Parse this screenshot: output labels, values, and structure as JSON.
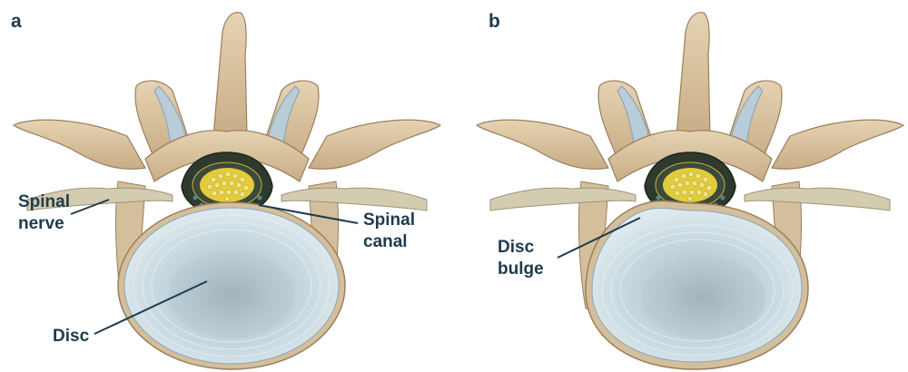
{
  "panel_a": {
    "letter": "a",
    "labels": {
      "spinal_nerve": [
        "Spinal",
        "nerve"
      ],
      "spinal_canal": [
        "Spinal",
        "canal"
      ],
      "disc": "Disc"
    }
  },
  "panel_b": {
    "letter": "b",
    "labels": {
      "disc_bulge": [
        "Disc",
        "bulge"
      ]
    }
  },
  "colors": {
    "bone": "#d9c3a0",
    "bone_shadow": "#b89c74",
    "cartilage": "#b9cdd8",
    "disc_outer": "#c4d6de",
    "disc_inner": "#a9bcc4",
    "canal": "#2e3a2e",
    "cord_yellow": "#e2cc3a",
    "nerve": "#d4ccb0",
    "label_text": "#1f3b4d",
    "leader": "#1f3b4d"
  }
}
